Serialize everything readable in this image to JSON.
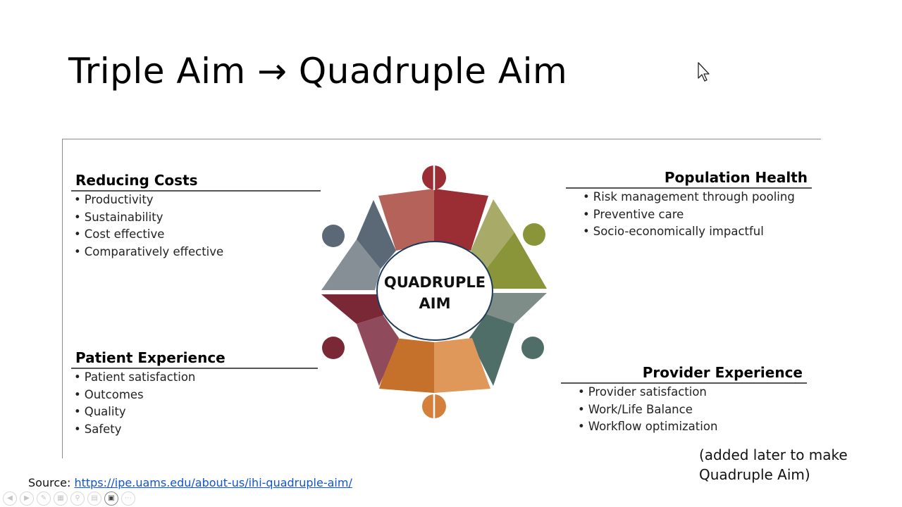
{
  "slide": {
    "title": "Triple Aim → Quadruple Aim"
  },
  "diagram": {
    "center_line1": "QUADRUPLE",
    "center_line2": "AIM",
    "colors": {
      "red": "#9b2d35",
      "olive": "#8a9438",
      "teal": "#4f6e67",
      "orange": "#d5803a",
      "maroon": "#7a2736",
      "slate": "#5b6875"
    }
  },
  "sections": {
    "reducing_costs": {
      "title": "Reducing Costs",
      "items": [
        "Productivity",
        "Sustainability",
        "Cost effective",
        "Comparatively effective"
      ]
    },
    "population_health": {
      "title": "Population Health",
      "items": [
        "Risk management through pooling",
        "Preventive care",
        "Socio-economically impactful"
      ]
    },
    "patient_experience": {
      "title": "Patient Experience",
      "items": [
        "Patient satisfaction",
        "Outcomes",
        "Quality",
        "Safety"
      ]
    },
    "provider_experience": {
      "title": "Provider Experience",
      "items": [
        "Provider satisfaction",
        "Work/Life Balance",
        "Workflow optimization"
      ]
    }
  },
  "note": {
    "line1": "(added later to make",
    "line2": "Quadruple Aim)"
  },
  "source": {
    "label": "Source: ",
    "link": "https://ipe.uams.edu/about-us/ihi-quadruple-aim/"
  },
  "toolbar": {
    "icons": [
      "prev-icon",
      "next-icon",
      "pen-icon",
      "slides-icon",
      "zoom-icon",
      "subtitles-icon",
      "camera-icon",
      "more-icon"
    ]
  }
}
